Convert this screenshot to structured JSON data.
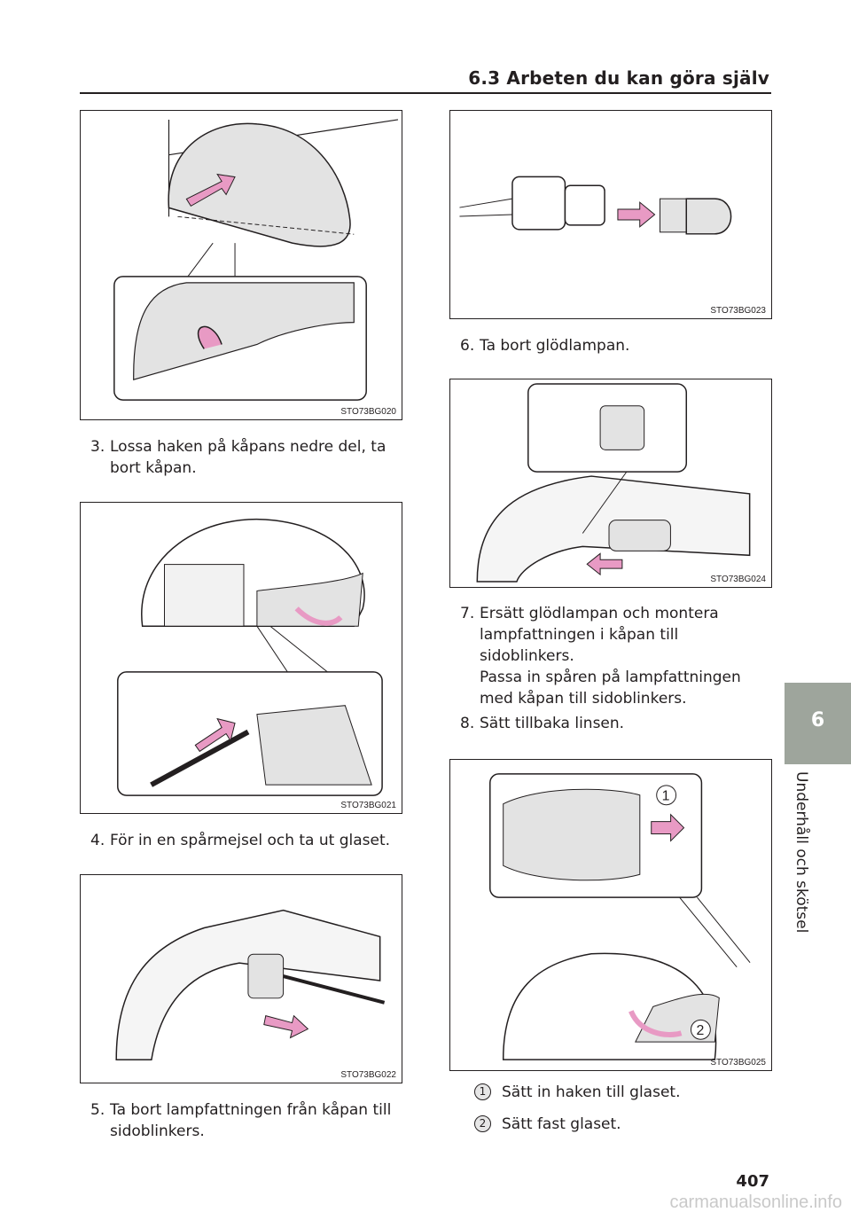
{
  "header": {
    "section_title": "6.3  Arbeten du kan göra själv"
  },
  "figures": [
    {
      "code": "STO73BG020"
    },
    {
      "code": "STO73BG021"
    },
    {
      "code": "STO73BG022"
    },
    {
      "code": "STO73BG023"
    },
    {
      "code": "STO73BG024"
    },
    {
      "code": "STO73BG025",
      "callouts": [
        "1",
        "2"
      ]
    }
  ],
  "steps": [
    {
      "num": "3.",
      "text": "Lossa haken på kåpans nedre del, ta bort kåpan."
    },
    {
      "num": "4.",
      "text": "För in en spårmejsel och ta ut glaset."
    },
    {
      "num": "5.",
      "text": "Ta bort lampfattningen från kåpan till sidoblinkers."
    },
    {
      "num": "6.",
      "text": "Ta bort glödlampan."
    },
    {
      "num": "7.",
      "text": "Ersätt glödlampan och montera lampfattningen i kåpan till sidoblinkers.",
      "sub": "Passa in spåren på lampfattningen med kåpan till sidoblinkers."
    },
    {
      "num": "8.",
      "text": "Sätt tillbaka linsen."
    }
  ],
  "callouts": [
    {
      "num": "1",
      "text": "Sätt in haken till glaset."
    },
    {
      "num": "2",
      "text": "Sätt fast glaset."
    }
  ],
  "side_tab": {
    "chapter": "6",
    "label": "Underhåll och skötsel"
  },
  "page_number": "407",
  "watermark": "carmanualsonline.info",
  "colors": {
    "arrow_pink": "#e89ac4",
    "tab_gray": "#9ea59c",
    "cover_gray": "#e3e3e3"
  }
}
